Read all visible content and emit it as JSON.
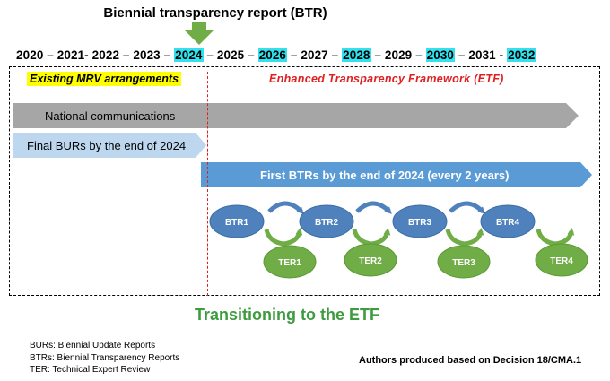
{
  "header": {
    "title": "Biennial transparency report (BTR)"
  },
  "timeline": {
    "segments": [
      {
        "text": "2020 – 2021- 2022 – 2023 – ",
        "highlight": false
      },
      {
        "text": "2024",
        "highlight": true
      },
      {
        "text": " – 2025 – ",
        "highlight": false
      },
      {
        "text": "2026",
        "highlight": true
      },
      {
        "text": " – 2027 – ",
        "highlight": false
      },
      {
        "text": "2028",
        "highlight": true
      },
      {
        "text": " – 2029 – ",
        "highlight": false
      },
      {
        "text": "2030",
        "highlight": true
      },
      {
        "text": " – 2031 - ",
        "highlight": false
      },
      {
        "text": "2032",
        "highlight": true
      }
    ]
  },
  "zones": {
    "left": "Existing MRV arrangements",
    "right": "Enhanced Transparency  Framework (ETF)"
  },
  "bars": {
    "national": "National communications",
    "burs": "Final BURs by the end of 2024",
    "btrs": "First BTRs by the end of 2024 (every 2 years)"
  },
  "cycle": {
    "btr": [
      "BTR1",
      "BTR2",
      "BTR3",
      "BTR4"
    ],
    "ter": [
      "TER1",
      "TER2",
      "TER3",
      "TER4"
    ]
  },
  "transition": "Transitioning to the ETF",
  "legend": [
    "BURs: Biennial Update Reports",
    "BTRs: Biennial Transparency Reports",
    "TER: Technical Expert Review"
  ],
  "footnote": "Authors produced based on Decision 18/CMA.1",
  "colors": {
    "gray_arrow": "#a6a6a6",
    "light_blue_arrow": "#bdd7ee",
    "blue_arrow": "#5b9bd5",
    "btr_fill": "#4f81bd",
    "ter_fill": "#70ad47",
    "highlight": "#33e1ee",
    "etf_red": "#e02020"
  }
}
